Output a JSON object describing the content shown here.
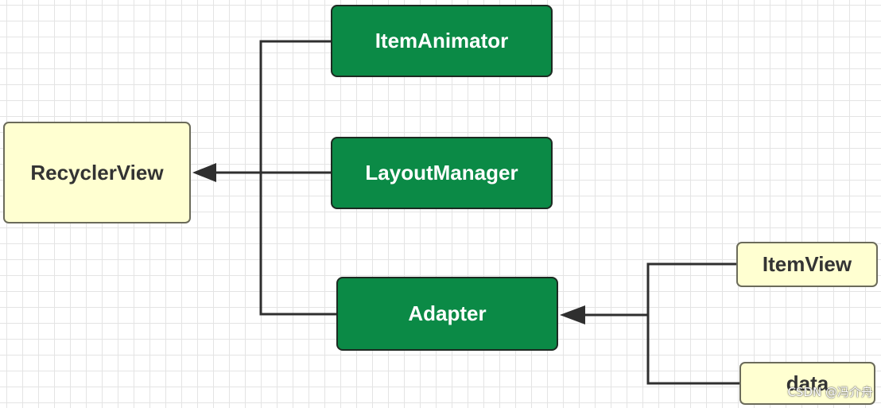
{
  "nodes": {
    "recyclerview": "RecyclerView",
    "itemanimator": "ItemAnimator",
    "layoutmanager": "LayoutManager",
    "adapter": "Adapter",
    "itemview": "ItemView",
    "data": "data"
  },
  "watermark": "CSDN @冯介舟",
  "colors": {
    "green_node": "#0b8a46",
    "yellow_node": "#ffffd1",
    "connector": "#2f2f2f"
  }
}
